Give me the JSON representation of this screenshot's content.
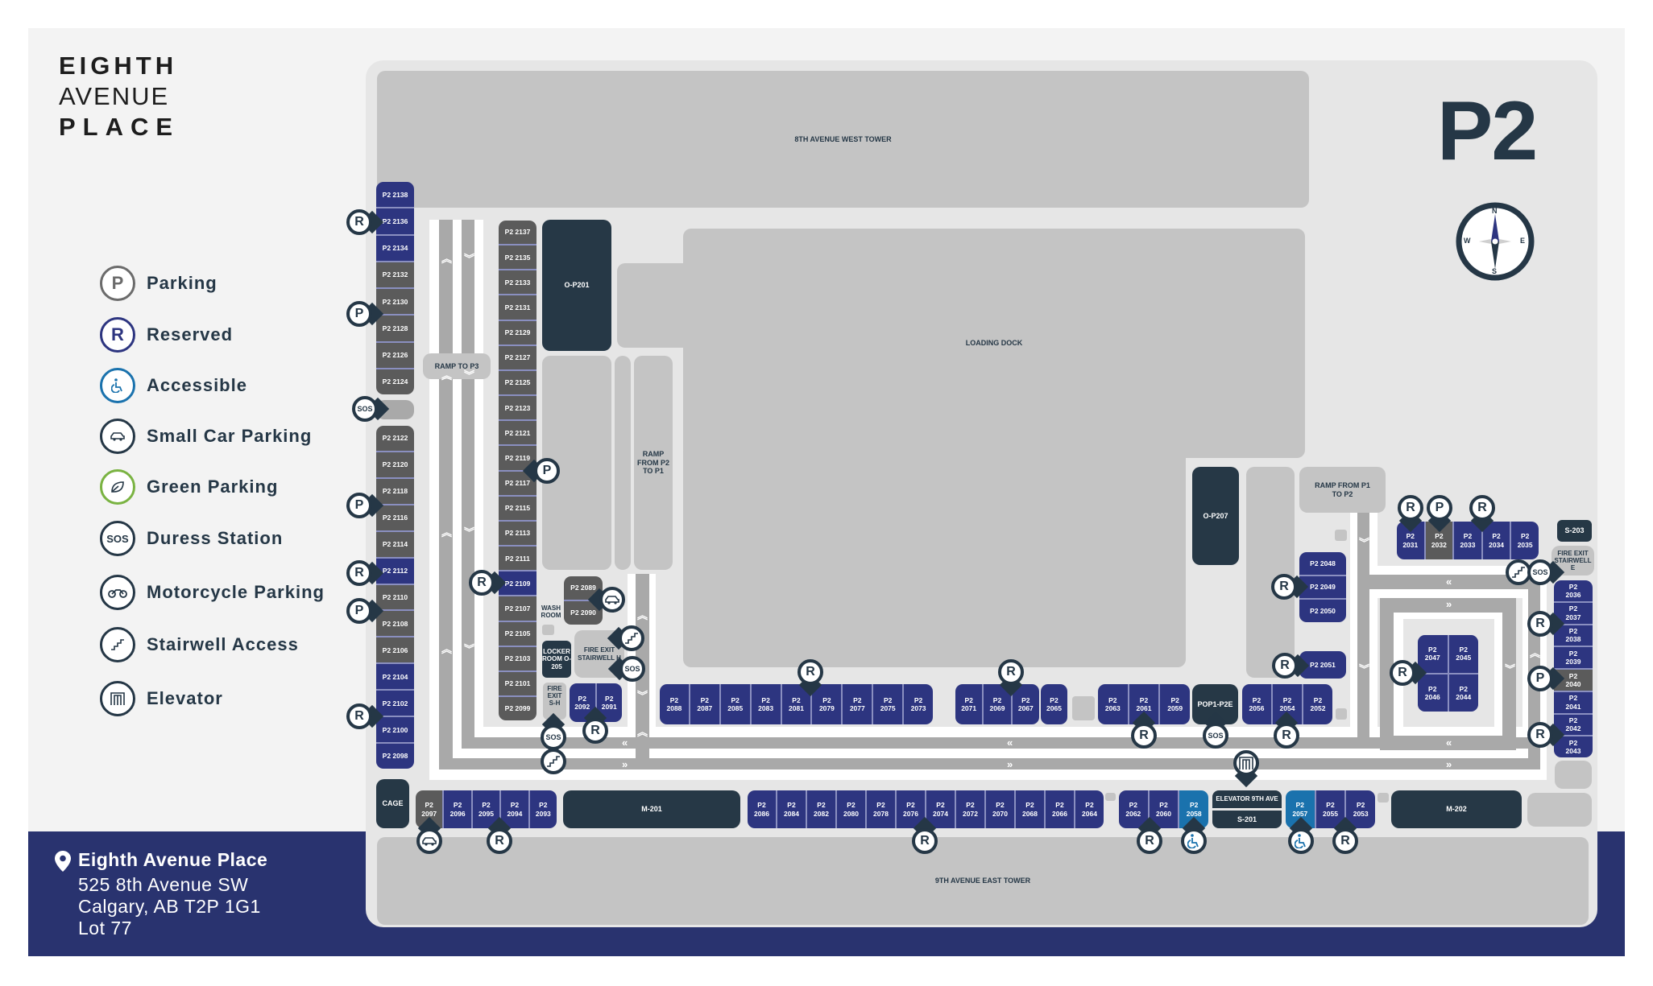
{
  "brand": {
    "line1": "EIGHTH",
    "line2": "AVENUE",
    "line3": "PLACE"
  },
  "level": "P2",
  "compass": {
    "n": "N",
    "e": "E",
    "s": "S",
    "w": "W"
  },
  "legend": [
    {
      "icon": "parking-icon",
      "symbol": "P",
      "label": "Parking",
      "color": "#6b6b6b"
    },
    {
      "icon": "reserved-icon",
      "symbol": "R",
      "label": "Reserved",
      "color": "#2d3580"
    },
    {
      "icon": "accessible-icon",
      "symbol": "",
      "label": "Accessible",
      "color": "#1a72ad"
    },
    {
      "icon": "small-car-icon",
      "symbol": "",
      "label": "Small Car Parking",
      "color": "#253746"
    },
    {
      "icon": "green-leaf-icon",
      "symbol": "",
      "label": "Green Parking",
      "color": "#7ab342"
    },
    {
      "icon": "sos-icon",
      "symbol": "SOS",
      "label": "Duress Station",
      "color": "#253746"
    },
    {
      "icon": "motorcycle-icon",
      "symbol": "",
      "label": "Motorcycle Parking",
      "color": "#253746"
    },
    {
      "icon": "stairs-icon",
      "symbol": "",
      "label": "Stairwell Access",
      "color": "#253746"
    },
    {
      "icon": "elevator-icon",
      "symbol": "",
      "label": "Elevator",
      "color": "#253746"
    }
  ],
  "address": {
    "name": "Eighth Avenue Place",
    "street": "525 8th Avenue SW",
    "city": "Calgary, AB T2P 1G1",
    "lot": "Lot 77"
  },
  "buildings": {
    "west_tower": "8TH AVENUE WEST TOWER",
    "loading_dock": "LOADING DOCK",
    "east_tower": "9TH AVENUE EAST TOWER"
  },
  "rooms": {
    "o_p201": "O-P201",
    "o_p207": "O-P207",
    "pop1": "POP1-P2E",
    "s203": "S-203",
    "cage": "CAGE",
    "m201": "M-201",
    "m202": "M-202",
    "elevator": "ELEVATOR 9TH AVE",
    "s201": "S-201",
    "locker": "LOCKER ROOM O-205",
    "washroom": "WASH ROOM",
    "ramp_p3": "RAMP TO P3",
    "ramp_p2_p1": "RAMP FROM P2 TO P1",
    "ramp_p1_p2": "RAMP FROM P1 TO P2",
    "fire_sh": "FIRE EXIT S-H",
    "fire_h": "FIRE EXIT STAIRWELL H",
    "fire_e": "FIRE EXIT STAIRWELL E"
  },
  "marker_symbols": {
    "reserved": "R",
    "parking": "P",
    "duress": "SOS"
  },
  "colors": {
    "reserved": "#2d3580",
    "regular": "#5b5b5b",
    "accessible": "#1a72ad",
    "dark": "#263846",
    "band": "#29336f"
  },
  "stall_groups": {
    "west_upper": [
      {
        "label": "P2 2138",
        "type": "reserved"
      },
      {
        "label": "P2 2136",
        "type": "reserved"
      },
      {
        "label": "P2 2134",
        "type": "reserved"
      },
      {
        "label": "P2 2132",
        "type": "regular"
      },
      {
        "label": "P2 2130",
        "type": "regular"
      },
      {
        "label": "P2 2128",
        "type": "regular"
      },
      {
        "label": "P2 2126",
        "type": "regular"
      },
      {
        "label": "P2 2124",
        "type": "regular"
      }
    ],
    "west_lower": [
      {
        "label": "P2 2122",
        "type": "regular"
      },
      {
        "label": "P2 2120",
        "type": "regular"
      },
      {
        "label": "P2 2118",
        "type": "regular"
      },
      {
        "label": "P2 2116",
        "type": "regular"
      },
      {
        "label": "P2 2114",
        "type": "regular"
      },
      {
        "label": "P2 2112",
        "type": "reserved"
      },
      {
        "label": "P2 2110",
        "type": "regular"
      },
      {
        "label": "P2 2108",
        "type": "regular"
      },
      {
        "label": "P2 2106",
        "type": "regular"
      },
      {
        "label": "P2 2104",
        "type": "reserved"
      },
      {
        "label": "P2 2102",
        "type": "reserved"
      },
      {
        "label": "P2 2100",
        "type": "reserved"
      },
      {
        "label": "P2 2098",
        "type": "reserved"
      }
    ],
    "inner_column": [
      {
        "label": "P2 2137",
        "type": "regular"
      },
      {
        "label": "P2 2135",
        "type": "regular"
      },
      {
        "label": "P2 2133",
        "type": "regular"
      },
      {
        "label": "P2 2131",
        "type": "regular"
      },
      {
        "label": "P2 2129",
        "type": "regular"
      },
      {
        "label": "P2 2127",
        "type": "regular"
      },
      {
        "label": "P2 2125",
        "type": "regular"
      },
      {
        "label": "P2 2123",
        "type": "regular"
      },
      {
        "label": "P2 2121",
        "type": "regular"
      },
      {
        "label": "P2 2119",
        "type": "regular"
      },
      {
        "label": "P2 2117",
        "type": "regular"
      },
      {
        "label": "P2 2115",
        "type": "regular"
      },
      {
        "label": "P2 2113",
        "type": "regular"
      },
      {
        "label": "P2 2111",
        "type": "regular"
      },
      {
        "label": "P2 2109",
        "type": "reserved"
      },
      {
        "label": "P2 2107",
        "type": "regular"
      },
      {
        "label": "P2 2105",
        "type": "regular"
      },
      {
        "label": "P2 2103",
        "type": "regular"
      },
      {
        "label": "P2 2101",
        "type": "regular"
      },
      {
        "label": "P2 2099",
        "type": "regular"
      }
    ],
    "small_car_pair": [
      {
        "label": "P2 2089",
        "type": "regular"
      },
      {
        "label": "P2 2090",
        "type": "regular"
      }
    ],
    "pair_2092": [
      {
        "label": "P2 2092",
        "type": "reserved"
      },
      {
        "label": "P2 2091",
        "type": "reserved"
      }
    ],
    "mid_row_a": [
      {
        "label": "P2 2088",
        "type": "reserved"
      },
      {
        "label": "P2 2087",
        "type": "reserved"
      },
      {
        "label": "P2 2085",
        "type": "reserved"
      },
      {
        "label": "P2 2083",
        "type": "reserved"
      },
      {
        "label": "P2 2081",
        "type": "reserved"
      },
      {
        "label": "P2 2079",
        "type": "reserved"
      },
      {
        "label": "P2 2077",
        "type": "reserved"
      },
      {
        "label": "P2 2075",
        "type": "reserved"
      },
      {
        "label": "P2 2073",
        "type": "reserved"
      }
    ],
    "mid_row_b": [
      {
        "label": "P2 2071",
        "type": "reserved"
      },
      {
        "label": "P2 2069",
        "type": "reserved"
      },
      {
        "label": "P2 2067",
        "type": "reserved"
      }
    ],
    "mid_single": [
      {
        "label": "P2 2065",
        "type": "reserved"
      }
    ],
    "mid_row_c": [
      {
        "label": "P2 2063",
        "type": "reserved"
      },
      {
        "label": "P2 2061",
        "type": "reserved"
      },
      {
        "label": "P2 2059",
        "type": "reserved"
      }
    ],
    "mid_row_d": [
      {
        "label": "P2 2056",
        "type": "reserved"
      },
      {
        "label": "P2 2054",
        "type": "reserved"
      },
      {
        "label": "P2 2052",
        "type": "reserved"
      }
    ],
    "east_stack": [
      {
        "label": "P2 2048",
        "type": "reserved"
      },
      {
        "label": "P2 2049",
        "type": "reserved"
      },
      {
        "label": "P2 2050",
        "type": "reserved"
      }
    ],
    "east_single": [
      {
        "label": "P2 2051",
        "type": "reserved"
      }
    ],
    "north_row": [
      {
        "label": "P2 2031",
        "type": "reserved"
      },
      {
        "label": "P2 2032",
        "type": "regular"
      },
      {
        "label": "P2 2033",
        "type": "reserved"
      },
      {
        "label": "P2 2034",
        "type": "reserved"
      },
      {
        "label": "P2 2035",
        "type": "reserved"
      }
    ],
    "east_column": [
      {
        "label": "P2 2036",
        "type": "reserved"
      },
      {
        "label": "P2 2037",
        "type": "reserved"
      },
      {
        "label": "P2 2038",
        "type": "reserved"
      },
      {
        "label": "P2 2039",
        "type": "reserved"
      },
      {
        "label": "P2 2040",
        "type": "regular"
      },
      {
        "label": "P2 2041",
        "type": "reserved"
      },
      {
        "label": "P2 2042",
        "type": "reserved"
      },
      {
        "label": "P2 2043",
        "type": "reserved"
      }
    ],
    "center_block": [
      {
        "label": "P2 2047",
        "type": "reserved"
      },
      {
        "label": "P2 2045",
        "type": "reserved"
      },
      {
        "label": "P2 2046",
        "type": "reserved"
      },
      {
        "label": "P2 2044",
        "type": "reserved"
      }
    ],
    "south_a": [
      {
        "label": "P2 2097",
        "type": "regular"
      },
      {
        "label": "P2 2096",
        "type": "reserved"
      },
      {
        "label": "P2 2095",
        "type": "reserved"
      },
      {
        "label": "P2 2094",
        "type": "reserved"
      },
      {
        "label": "P2 2093",
        "type": "reserved"
      }
    ],
    "south_b": [
      {
        "label": "P2 2086",
        "type": "reserved"
      },
      {
        "label": "P2 2084",
        "type": "reserved"
      },
      {
        "label": "P2 2082",
        "type": "reserved"
      },
      {
        "label": "P2 2080",
        "type": "reserved"
      },
      {
        "label": "P2 2078",
        "type": "reserved"
      },
      {
        "label": "P2 2076",
        "type": "reserved"
      },
      {
        "label": "P2 2074",
        "type": "reserved"
      },
      {
        "label": "P2 2072",
        "type": "reserved"
      },
      {
        "label": "P2 2070",
        "type": "reserved"
      },
      {
        "label": "P2 2068",
        "type": "reserved"
      },
      {
        "label": "P2 2066",
        "type": "reserved"
      },
      {
        "label": "P2 2064",
        "type": "reserved"
      }
    ],
    "south_c": [
      {
        "label": "P2 2062",
        "type": "reserved"
      },
      {
        "label": "P2 2060",
        "type": "reserved"
      },
      {
        "label": "P2 2058",
        "type": "accessible"
      }
    ],
    "south_d": [
      {
        "label": "P2 2057",
        "type": "accessible"
      },
      {
        "label": "P2 2055",
        "type": "reserved"
      },
      {
        "label": "P2 2053",
        "type": "reserved"
      }
    ]
  }
}
